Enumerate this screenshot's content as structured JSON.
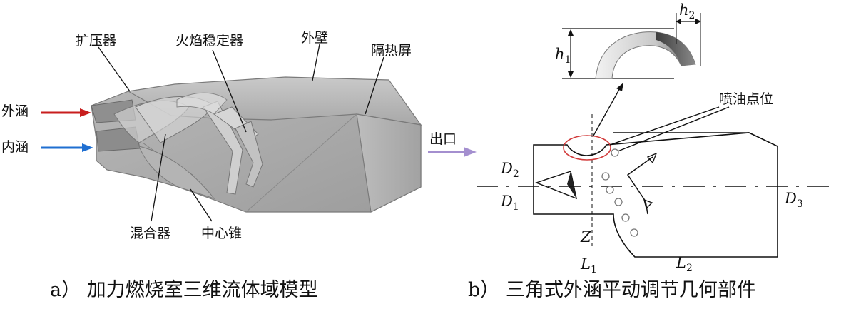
{
  "panel_a": {
    "labels": {
      "diffuser": "扩压器",
      "flame_holder": "火焰稳定器",
      "outer_wall": "外壁",
      "heat_shield": "隔热屏",
      "outer_duct": "外涵",
      "inner_duct": "内涵",
      "mixer": "混合器",
      "center_cone": "中心锥",
      "outlet": "出口"
    },
    "caption": "a） 加力燃烧室三维流体域模型",
    "colors": {
      "outer_arrow": "#c81e1e",
      "inner_arrow": "#1f6fd1",
      "outlet_arrow": "#a48fcf",
      "body": "#a9a9a9"
    }
  },
  "panel_b": {
    "labels": {
      "injection_points": "喷油点位",
      "D2": "D",
      "D2_sub": "2",
      "D1": "D",
      "D1_sub": "1",
      "D3": "D",
      "D3_sub": "3",
      "Z": "Z",
      "L1": "L",
      "L1_sub": "1",
      "L2": "L",
      "L2_sub": "2",
      "h1": "h",
      "h1_sub": "1",
      "h2": "h",
      "h2_sub": "2"
    },
    "caption": "b） 三角式外涵平动调节几何部件",
    "colors": {
      "highlight_ellipse": "#d23c3c"
    }
  }
}
